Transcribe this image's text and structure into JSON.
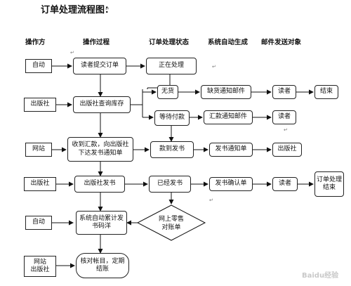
{
  "title": "订单处理流程图：",
  "headers": {
    "operator": "操作方",
    "process": "操作过程",
    "status": "订单处理状态",
    "auto_gen": "系统自动生成",
    "recipient": "邮件发送对象"
  },
  "operators": {
    "row1": "自动",
    "row2": "出版社",
    "row3": "网站",
    "row4": "出版社",
    "row5": "自动",
    "row6": "网站\n出版社"
  },
  "process": {
    "step1": "读者提交订单",
    "step2": "出版社查询库存",
    "step3": "收到汇款，向出版社下达发书通知单",
    "step4": "出版社发书",
    "step5": "系统自动累计发书码洋",
    "step6": "核对帐目，定期结账"
  },
  "status": {
    "processing": "正在处理",
    "out_of_stock": "无货",
    "awaiting_payment": "等待付款",
    "payment_sent": "款到发书",
    "shipped": "已经发书",
    "reconcile": "网上零售\n对账单"
  },
  "auto_gen": {
    "shortage_mail": "缺货通知邮件",
    "remit_mail": "汇款通知邮件",
    "ship_notice": "发书通知单",
    "ship_confirm": "发书确认单"
  },
  "recipients": {
    "reader1": "读者",
    "end": "结束",
    "reader2": "读者",
    "publisher": "出版社",
    "reader3": "读者",
    "order_end": "订单处理结束"
  },
  "watermark": "Baidu经验"
}
